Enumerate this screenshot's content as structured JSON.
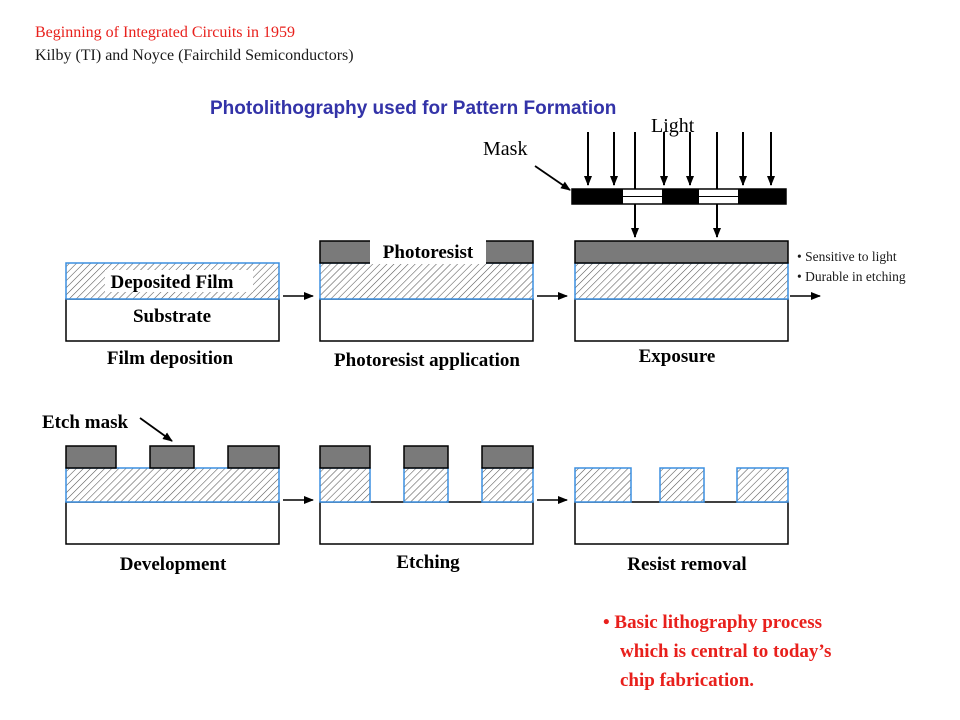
{
  "header": {
    "line1": "Beginning of Integrated  Circuits in 1959",
    "line2": "Kilby (TI) and Noyce (Fairchild Semiconductors)"
  },
  "title": "Photolithography used for Pattern Formation",
  "labels": {
    "light": "Light",
    "mask": "Mask",
    "etch_mask": "Etch mask",
    "deposited_film": "Deposited Film",
    "substrate": "Substrate",
    "photoresist": "Photoresist"
  },
  "steps": [
    {
      "caption": "Film deposition"
    },
    {
      "caption": "Photoresist application"
    },
    {
      "caption": "Exposure"
    },
    {
      "caption": "Development"
    },
    {
      "caption": "Etching"
    },
    {
      "caption": "Resist removal"
    }
  ],
  "photoresist_properties": [
    "Sensitive to light",
    "Durable in etching"
  ],
  "summary": {
    "line1": "Basic lithography process",
    "line2": "which is central to today’s",
    "line3": "chip fabrication."
  },
  "colors": {
    "header_red": "#e8201c",
    "title_blue": "#3333a8",
    "film_blue": "#3b8fe0",
    "resist_gray": "#7a7a7a",
    "mask_black": "#000000"
  }
}
